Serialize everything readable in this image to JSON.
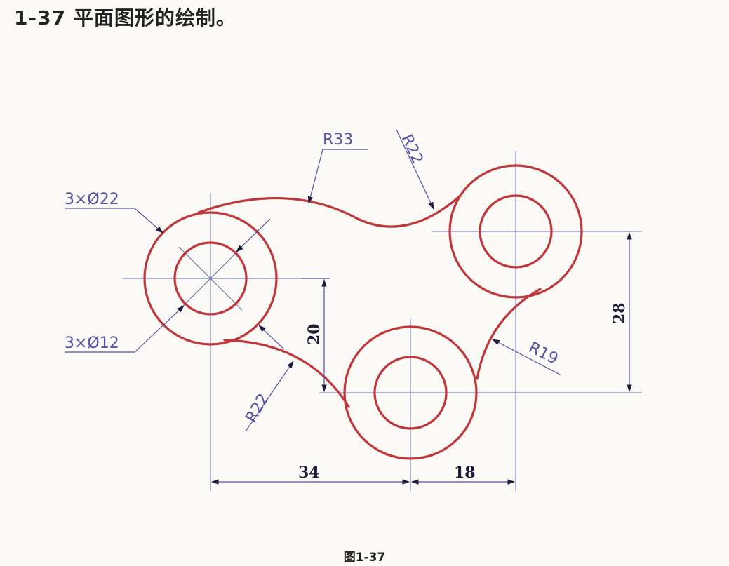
{
  "title": "1-37 平面图形的绘制。",
  "caption": "图1-37",
  "colors": {
    "outline": "#c0363a",
    "dimension": "#5a4fa6",
    "centerline": "#6b6fb3"
  },
  "annotations": {
    "hole_large": "3×Ø22",
    "hole_small": "3×Ø12",
    "arc_top": "R33",
    "arc_top_right": "R22",
    "arc_bottom_left": "R22",
    "arc_right": "R19"
  },
  "dimensions": {
    "horizontal_left": "34",
    "horizontal_right": "18",
    "vertical_left": "20",
    "vertical_right": "28"
  }
}
